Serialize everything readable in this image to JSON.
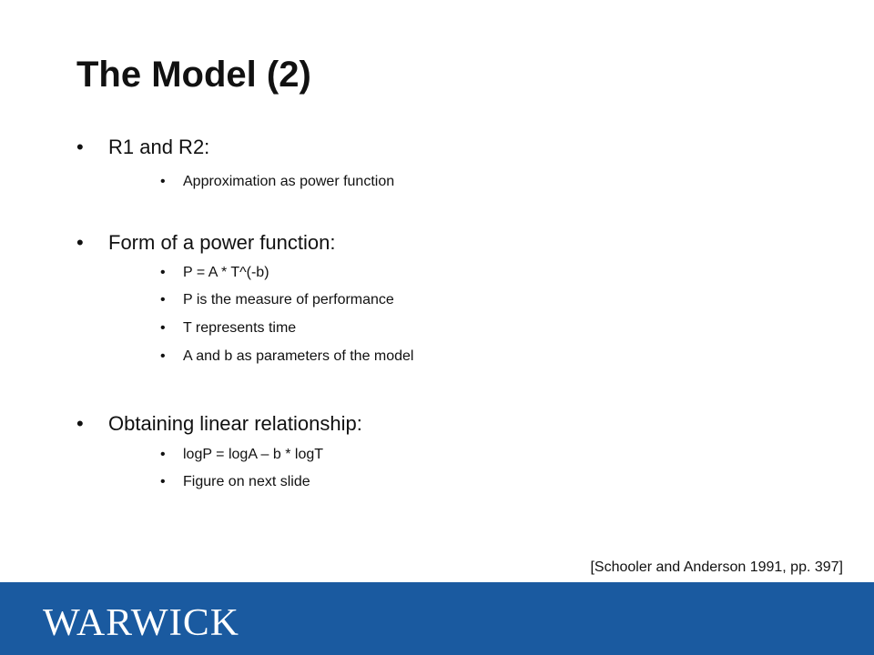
{
  "slide": {
    "title": "The Model (2)",
    "bullet_char": "•",
    "sections": [
      {
        "heading": "R1 and R2:",
        "items": [
          "Approximation as power function"
        ]
      },
      {
        "heading": "Form of a power function:",
        "items": [
          "P = A * T^(-b)",
          "P is the measure of performance",
          "T represents time",
          "A and b as parameters of the model"
        ]
      },
      {
        "heading": "Obtaining linear relationship:",
        "items": [
          "logP = logA – b * logT",
          "Figure on next slide"
        ]
      }
    ],
    "citation": "[Schooler and Anderson 1991, pp. 397]"
  },
  "footer": {
    "logo_text": "WARWICK",
    "background_color": "#1a5aa0",
    "logo_color": "#ffffff"
  }
}
